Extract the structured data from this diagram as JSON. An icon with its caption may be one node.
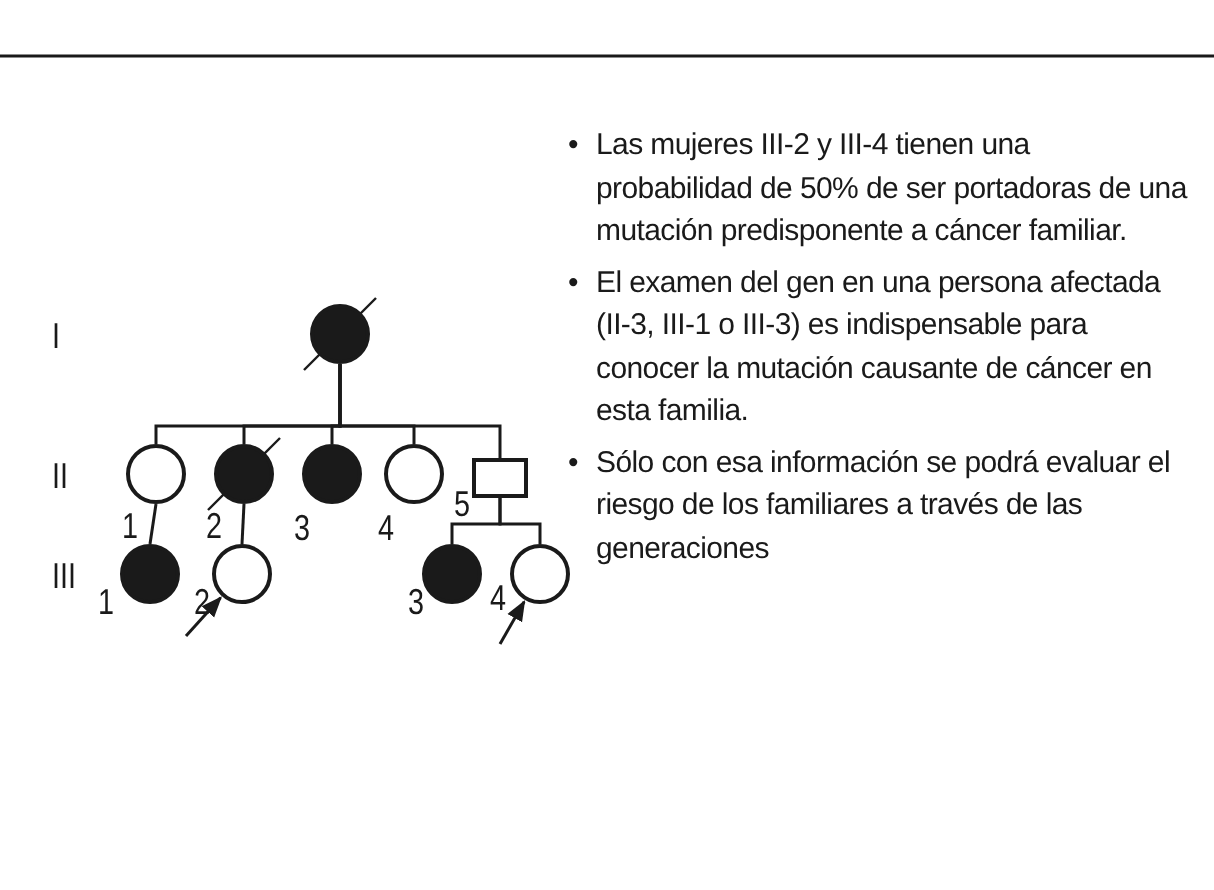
{
  "diagram": {
    "nodes": [
      {
        "text": [],
        "shape": "disc"
      },
      {
        "text": [],
        "shape": "circle",
        "beside": [
          "1"
        ]
      },
      {
        "text": [],
        "shape": "disc",
        "beside": [
          "2"
        ]
      },
      {
        "text": [],
        "shape": "disc",
        "beside": [
          "3"
        ]
      },
      {
        "text": [],
        "shape": "circle",
        "beside": [
          "4"
        ]
      },
      {
        "text": [],
        "shape": "square",
        "beside": [
          "5"
        ]
      },
      {
        "text": [],
        "shape": "disc",
        "beside": [
          "1"
        ]
      },
      {
        "text": [],
        "shape": "circle",
        "beside": [
          "2"
        ]
      },
      {
        "text": [],
        "shape": "disc",
        "beside": [
          "3"
        ]
      },
      {
        "text": [],
        "shape": "circle",
        "beside": [
          "4"
        ]
      }
    ],
    "edges": [
      {
        "from": 0,
        "to": 1,
        "arrow": "none"
      },
      {
        "from": 0,
        "to": 2,
        "arrow": "none"
      },
      {
        "from": 0,
        "to": 3,
        "arrow": "none"
      },
      {
        "from": 0,
        "to": 4,
        "arrow": "none"
      },
      {
        "from": 0,
        "to": 5,
        "arrow": "none"
      },
      {
        "from": 1,
        "to": 6,
        "arrow": "none"
      },
      {
        "from": 2,
        "to": 7,
        "arrow": "none"
      },
      {
        "from": 5,
        "to": 8,
        "arrow": "none"
      },
      {
        "from": 5,
        "to": 9,
        "arrow": "none"
      },
      {
        "from": null,
        "to": 7,
        "arrow": "to"
      },
      {
        "from": null,
        "to": 9,
        "arrow": "to"
      }
    ],
    "labels": [
      "I",
      "II",
      "III",
      "•",
      "Las mujeres III-2 y III-4 tienen una probabilidad de 50% de ser portadoras de una mutación predisponente a cáncer familiar.",
      "•",
      "El examen del gen en una persona afectada (II-3, III-1 o III-3) es indispensable para conocer la mutación causante de cáncer en esta familia.",
      "•",
      "Sólo con esa información se podrá evaluar el riesgo de los familiares a través de las generaciones"
    ]
  }
}
